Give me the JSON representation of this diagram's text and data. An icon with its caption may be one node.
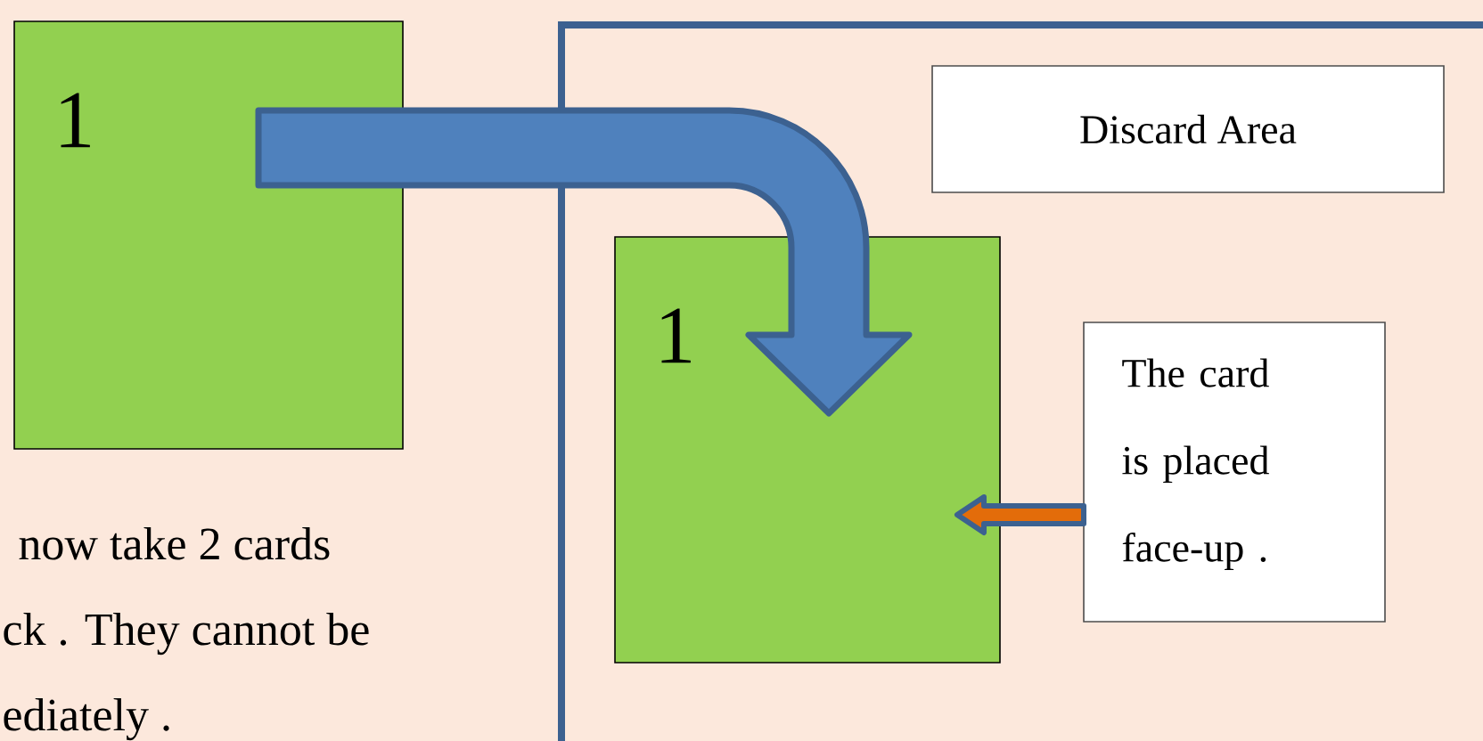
{
  "diagram": {
    "nodes": [
      {
        "text": [
          "1"
        ]
      },
      {
        "text": [],
        "shape": "box"
      },
      {
        "text": [
          "Discard Area"
        ],
        "in": 1
      },
      {
        "text": [
          "1"
        ],
        "in": 1
      },
      {
        "text": [
          "The card is placed face-up ."
        ],
        "in": 1
      }
    ],
    "edges": [
      {
        "from": 0,
        "to": 3,
        "arrow": "to",
        "color": "#4f81bd"
      },
      {
        "from": 4,
        "to": 3,
        "arrow": "to",
        "color": "#e36c0a"
      }
    ],
    "labels": [
      "now take 2 cards",
      "ck . They cannot be",
      "ediately ."
    ]
  }
}
